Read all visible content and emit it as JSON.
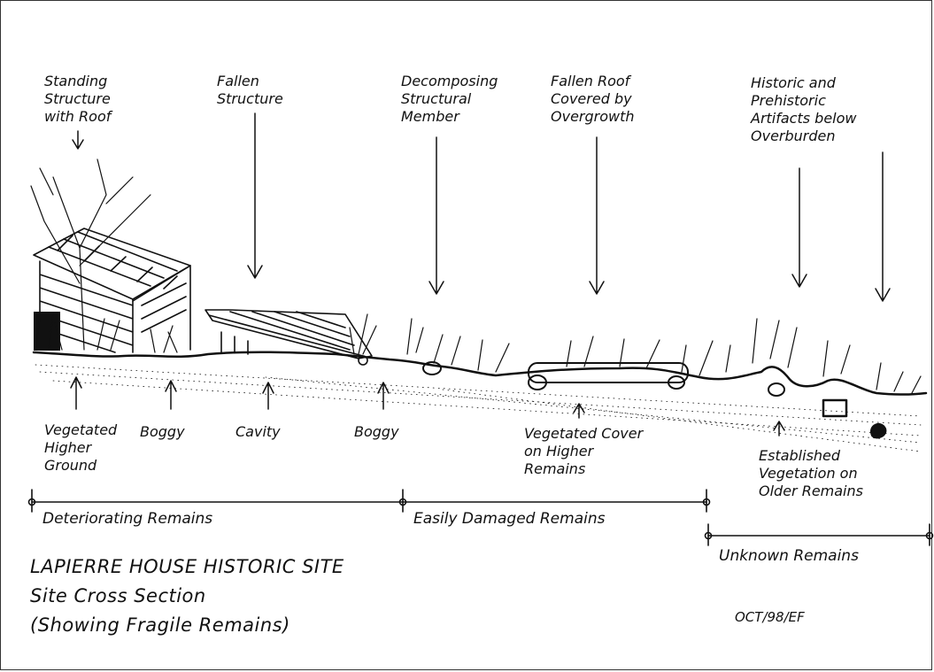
{
  "labels_top": {
    "standing_structure": "Standing\nStructure\nwith Roof",
    "fallen_structure": "Fallen\nStructure",
    "decomposing_member": "Decomposing\nStructural\nMember",
    "fallen_roof": "Fallen Roof\nCovered by\nOvergrowth",
    "artifacts": "Historic and\nPrehistoric\nArtifacts below\nOverburden"
  },
  "labels_bottom": {
    "vegetated_higher_ground": "Vegetated\nHigher\nGround",
    "boggy_1": "Boggy",
    "cavity": "Cavity",
    "boggy_2": "Boggy",
    "vegetated_cover": "Vegetated Cover\non Higher\nRemains",
    "established_vegetation": "Established\nVegetation on\nOlder Remains"
  },
  "zones": {
    "deteriorating": "Deteriorating Remains",
    "easily_damaged": "Easily Damaged Remains",
    "unknown": "Unknown Remains"
  },
  "title": {
    "line1": "LAPIERRE HOUSE HISTORIC SITE",
    "line2": "Site Cross Section",
    "line3": "(Showing Fragile Remains)"
  },
  "signature": "OCT/98/EF",
  "colors": {
    "ink": "#111111",
    "paper": "#ffffff"
  }
}
